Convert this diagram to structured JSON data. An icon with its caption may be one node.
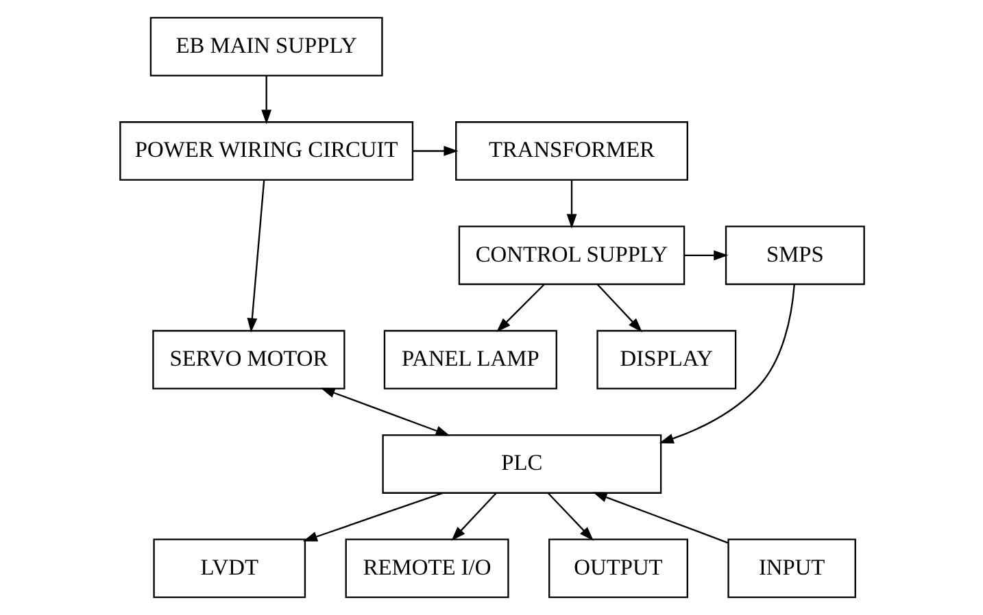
{
  "diagram": {
    "nodes": [
      {
        "text": [
          "EB MAIN SUPPLY"
        ]
      },
      {
        "text": [
          "POWER WIRING CIRCUIT"
        ]
      },
      {
        "text": [
          "TRANSFORMER"
        ]
      },
      {
        "text": [
          "DISPLAY"
        ]
      },
      {
        "text": [
          "CONTROL SUPPLY"
        ]
      },
      {
        "text": [
          "SMPS"
        ]
      },
      {
        "text": [
          "SERVO MOTOR"
        ]
      },
      {
        "text": [
          "PANEL LAMP"
        ]
      },
      {
        "text": [
          "PLC"
        ]
      },
      {
        "text": [
          "LVDT"
        ]
      },
      {
        "text": [
          "REMOTE I/O"
        ]
      },
      {
        "text": [
          "OUTPUT"
        ]
      },
      {
        "text": [
          "INPUT"
        ]
      }
    ],
    "edges": [
      {
        "from": 0,
        "to": 1,
        "arrow": "to"
      },
      {
        "from": 1,
        "to": 2,
        "arrow": "to"
      },
      {
        "from": 1,
        "to": 6,
        "arrow": "to"
      },
      {
        "from": 2,
        "to": 4,
        "arrow": "to"
      },
      {
        "from": 4,
        "to": 3,
        "arrow": "to"
      },
      {
        "from": 4,
        "to": 7,
        "arrow": "to"
      },
      {
        "from": 4,
        "to": 5,
        "arrow": "to"
      },
      {
        "from": 5,
        "to": 8,
        "arrow": "to"
      },
      {
        "from": 6,
        "to": 8,
        "arrow": "both"
      },
      {
        "from": 8,
        "to": 9,
        "arrow": "to"
      },
      {
        "from": 8,
        "to": 10,
        "arrow": "to"
      },
      {
        "from": 8,
        "to": 11,
        "arrow": "to"
      },
      {
        "from": 12,
        "to": 8,
        "arrow": "to"
      }
    ]
  }
}
